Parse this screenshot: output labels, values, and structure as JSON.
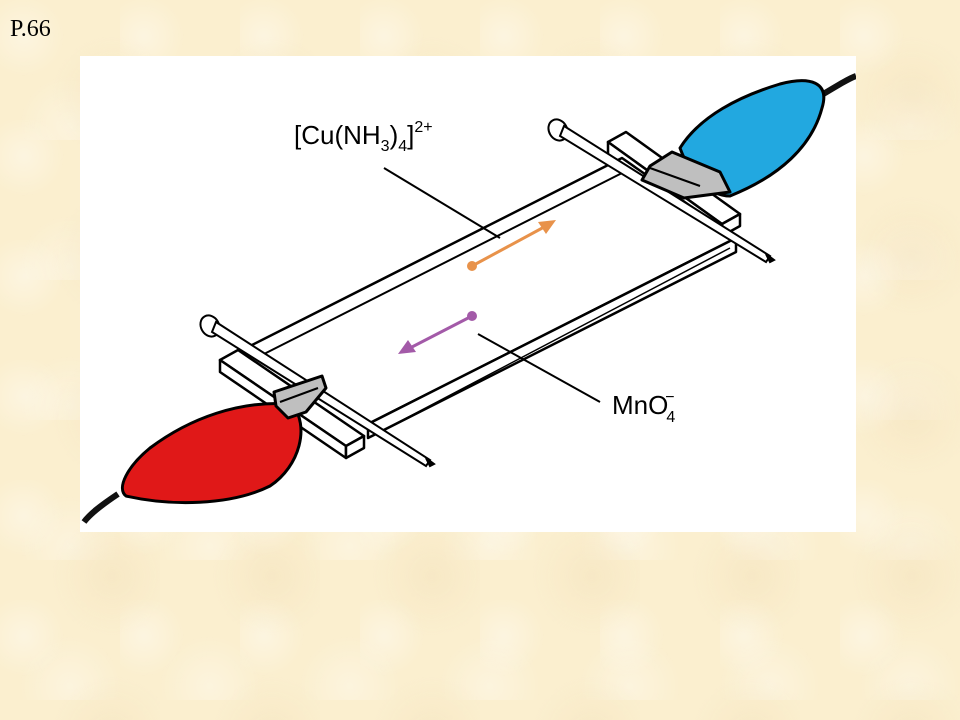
{
  "page_label": "P.66",
  "labels": {
    "cation": {
      "base": "[Cu(NH",
      "sub1": "3",
      "mid": ")",
      "sub2": "4",
      "end": "]",
      "sup": "2+"
    },
    "anion": {
      "base": "MnO",
      "sub": "4",
      "sup": "−"
    }
  },
  "colors": {
    "cation_arrow": "#e8924a",
    "anion_arrow": "#a35aa8",
    "anode_clip": "#22a8e0",
    "cathode_clip": "#e01818"
  }
}
